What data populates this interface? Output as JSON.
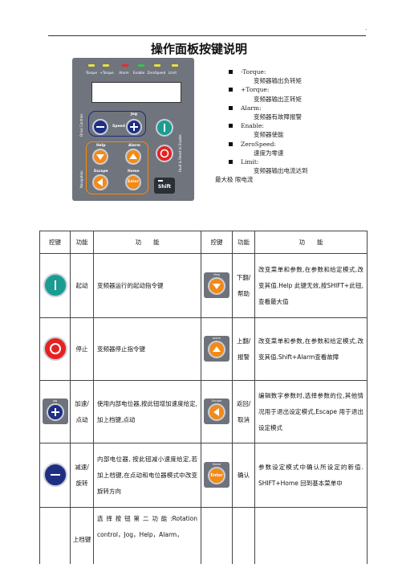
{
  "header": {
    "corner_mark": "."
  },
  "title": "操作面板按键说明",
  "panel": {
    "indicators": [
      "-Torque",
      "+Torque",
      "Alarm",
      "Enable",
      "ZeroSpeed",
      "Limit"
    ],
    "indicator_colors": [
      "#e8e23a",
      "#e8e23a",
      "#e0312b",
      "#34c24a",
      "#e8e23a",
      "#e8e23a"
    ],
    "drive_controls_label": "Drive Controls",
    "navigation_label": "Navigation",
    "fault_label": "Fault & Reset to Enable",
    "jog_label": "Jog",
    "speed_label": "Speed",
    "help_label": "Help",
    "alarm_label": "Alarm",
    "escape_label": "Escape",
    "home_label": "Home",
    "enter_label": "Enter",
    "shift_label": "Shift"
  },
  "legend": {
    "items": [
      {
        "name": "-Torque:",
        "desc": "变频器输出负转矩"
      },
      {
        "name": "+Torque:",
        "desc": "变频器输出正转矩"
      },
      {
        "name": "Alarm:",
        "desc": "变频器有故障报警"
      },
      {
        "name": "Enable:",
        "desc": "变频器使能"
      },
      {
        "name": "ZeroSpeed:",
        "desc": "速度为零速"
      },
      {
        "name": "Limit:",
        "desc_line1": "变频器输出电流达到",
        "desc_line2": "最大极 限电流"
      }
    ]
  },
  "table": {
    "headers": [
      "控键",
      "功能",
      "功　　能",
      "控键",
      "功能",
      "功　　能"
    ],
    "rows": [
      {
        "left_name": "起动",
        "left_desc": "变频器运行的起动指令键",
        "right_name": "下翻/帮助",
        "right_icon_label": "Help",
        "right_desc": "改变菜单和参数,在参数和给定模式,改变其值.Help 此键无效,按SHIFT+此钮,查看最大值"
      },
      {
        "left_name": "停止",
        "left_desc": "变频器停止指令键",
        "right_name": "上翻/报警",
        "right_icon_label": "Alarm",
        "right_desc": "改变菜单和参数,在参数和给定模式,改变其值.Shift+Alarm查看故障"
      },
      {
        "left_name": "加速/点动",
        "left_icon_label": "Jog",
        "left_desc": "使用内部电位器,按此钮增加速度给定,加上档键,点动",
        "right_name": "返回/取消",
        "right_icon_label": "Escape",
        "right_desc": "编辑数字参数时,选择参数的位,其他情况用于退出设定模式,Escape 用于退出设定模式"
      },
      {
        "left_name": "减速/旋转",
        "left_desc": "内部电位器, 按此钮减小速度给定,若加上档键,在点动和电位器模式中改变旋转方向",
        "right_name": "确认",
        "right_icon_label": "Home",
        "right_icon_sub": "Enter",
        "right_desc": "参数设定模式中确认所设定的新值. SHIFT+Home 回到基本菜单中"
      },
      {
        "left_name": "上档键",
        "left_desc": "选择按钮第二功能:Rotation control，Jog，Help，Alarm，",
        "right_name": "",
        "right_desc": ""
      }
    ]
  }
}
